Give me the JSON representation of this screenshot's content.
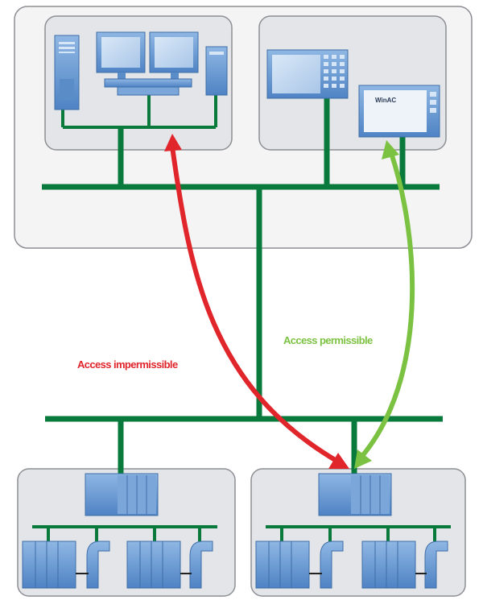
{
  "labels": {
    "impermissible": "Access impermissible",
    "permissible": "Access permissible",
    "winac": "WinAC"
  },
  "colors": {
    "bus": "#0a7a3c",
    "denied": "#e0252b",
    "allowed": "#7cc242",
    "device": "#6f9fd6",
    "panel": "#e4e5e8",
    "outer_panel": "#f4f4f5"
  }
}
